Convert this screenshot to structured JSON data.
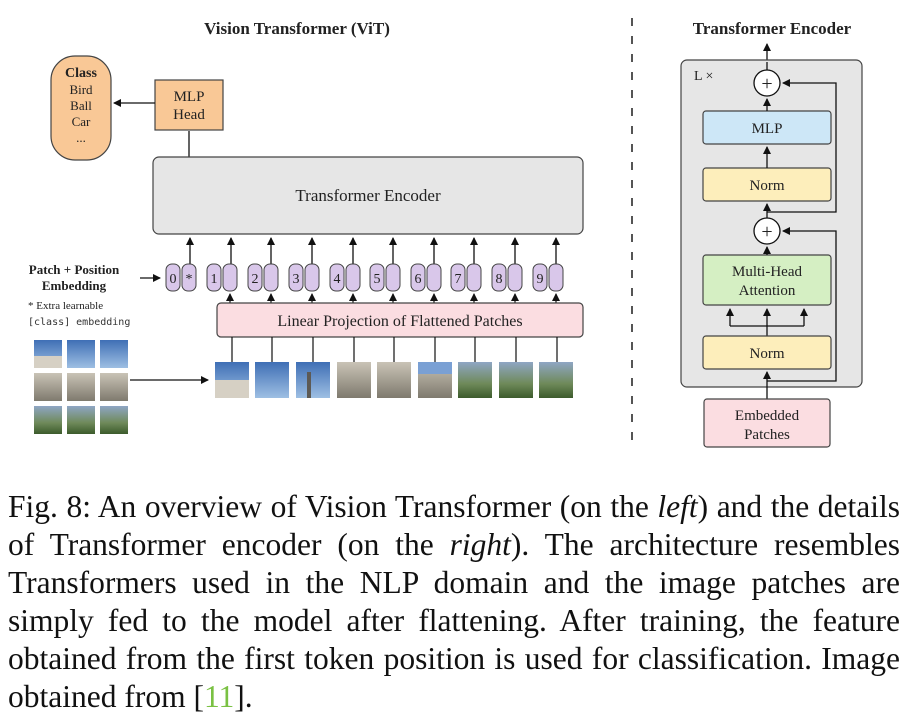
{
  "vit": {
    "title": "Vision Transformer (ViT)",
    "class_box": {
      "title": "Class",
      "items": [
        "Bird",
        "Ball",
        "Car",
        "..."
      ]
    },
    "mlp_head": [
      "MLP",
      "Head"
    ],
    "encoder_label": "Transformer Encoder",
    "patch_pos_label": [
      "Patch + Position",
      "Embedding"
    ],
    "extra_note": [
      "* Extra learnable",
      "[class] embedding"
    ],
    "position_tokens": [
      "0",
      "1",
      "2",
      "3",
      "4",
      "5",
      "6",
      "7",
      "8",
      "9"
    ],
    "class_token_mark": "*",
    "linear_projection": "Linear Projection of Flattened Patches"
  },
  "encoder_detail": {
    "title": "Transformer Encoder",
    "repeat": "L ×",
    "plus": "+",
    "mlp": "MLP",
    "norm": "Norm",
    "attention": [
      "Multi-Head",
      "Attention"
    ],
    "embedded_patches": [
      "Embedded",
      "Patches"
    ]
  },
  "caption": {
    "prefix": "Fig. 8: An overview of Vision Transformer (on the ",
    "left": "left",
    "mid": ") and the details of Transformer encoder (on the ",
    "right": "right",
    "rest": "). The architecture resembles Transformers used in the NLP domain and the image patches are simply fed to the model after flattening. After training, the feature obtained from the first token position is used for classification. Image obtained from [",
    "cite": "11",
    "end": "]."
  },
  "colors": {
    "class_fill": "#f9c896",
    "mlp_head_fill": "#f9c896",
    "encoder_fill": "#e6e6e6",
    "token_fill": "#d9c7ea",
    "linear_fill": "#fbdde1",
    "mlp_fill": "#cde7f7",
    "norm_fill": "#fdeebb",
    "attention_fill": "#d5efc3",
    "embedded_fill": "#fbdde1",
    "citation": "#7ac143"
  }
}
